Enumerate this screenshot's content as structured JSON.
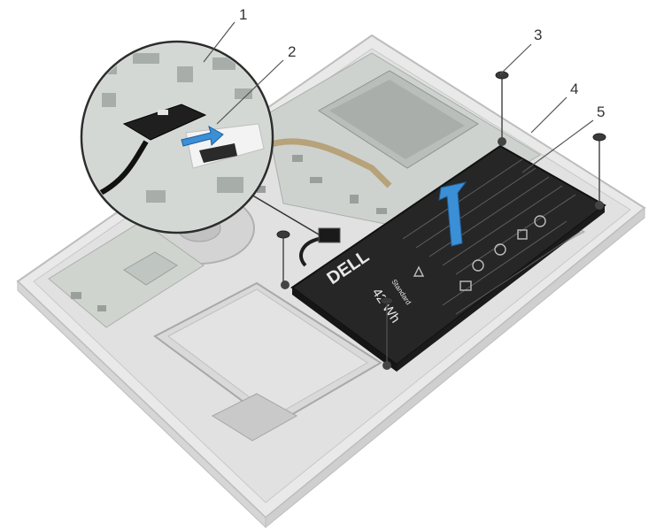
{
  "figure": {
    "callouts": [
      {
        "id": "1",
        "label": "1"
      },
      {
        "id": "2",
        "label": "2"
      },
      {
        "id": "3",
        "label": "3"
      },
      {
        "id": "4",
        "label": "4"
      },
      {
        "id": "5",
        "label": "5"
      }
    ],
    "battery": {
      "brand": "DELL",
      "capacity": "42 Wh",
      "standard": "Standard"
    },
    "colors": {
      "laptop_base": "#e4e4e4",
      "board": "#cfd3d1",
      "battery": "#2a2a2a",
      "arrow": "#3b8fd6",
      "callout_line": "#555555"
    }
  }
}
